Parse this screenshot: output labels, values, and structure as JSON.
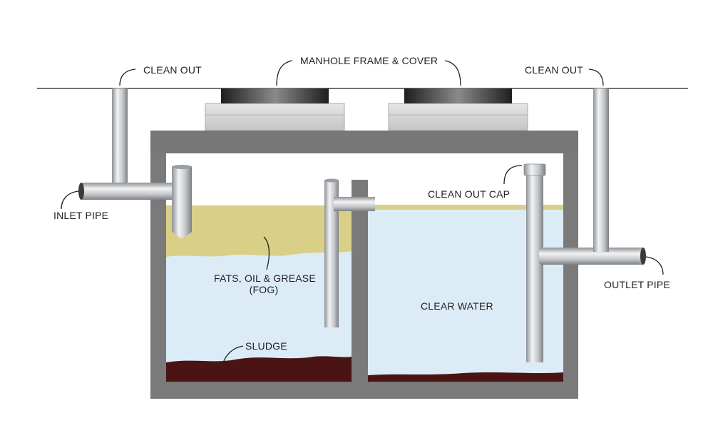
{
  "labels": {
    "clean_out_left": "CLEAN OUT",
    "manhole": "MANHOLE FRAME & COVER",
    "clean_out_right": "CLEAN OUT",
    "clean_out_cap": "CLEAN OUT CAP",
    "inlet_pipe": "INLET PIPE",
    "outlet_pipe": "OUTLET PIPE",
    "fog_line1": "FATS, OIL & GREASE",
    "fog_line2": "(FOG)",
    "clear_water": "CLEAR WATER",
    "sludge": "SLUDGE"
  },
  "colors": {
    "tank_wall": "#7a7a7a",
    "water": "#dcecf6",
    "grease": "#d9cf86",
    "sludge": "#4a1414",
    "pipe": "#c9ccd0",
    "manhole_base": "#d8d8d8",
    "manhole_cover": "#2e2e2e"
  }
}
